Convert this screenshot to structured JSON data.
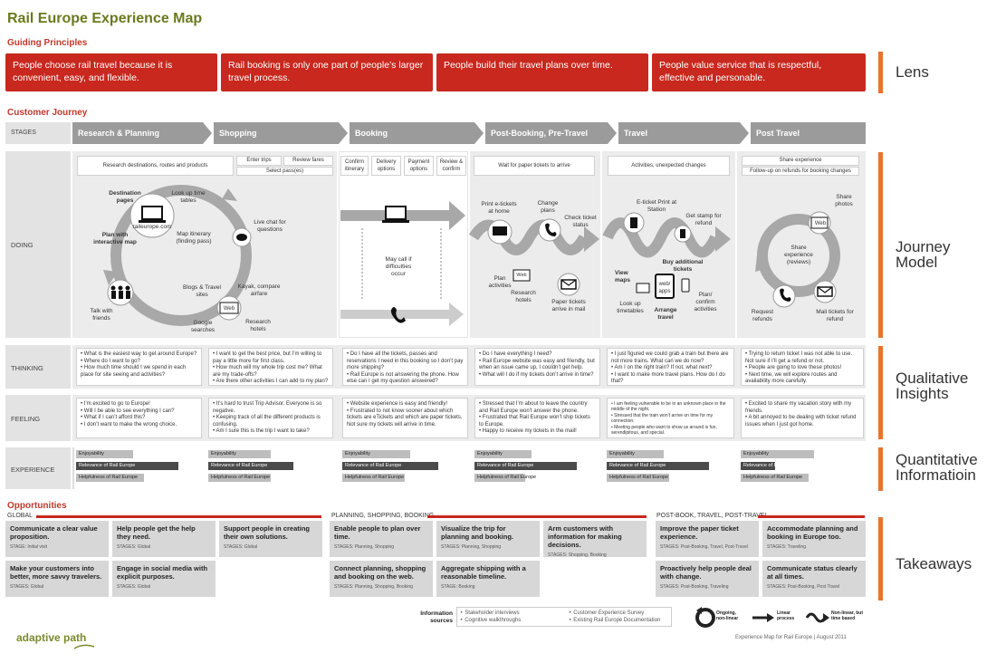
{
  "title": "Rail Europe Experience Map",
  "guiding_principles": {
    "label": "Guiding Principles",
    "items": [
      "People choose rail travel because it is convenient, easy, and flexible.",
      "Rail booking is only one part of people’s larger travel process.",
      "People build their travel plans over time.",
      "People value service that is respectful, effective and personable."
    ]
  },
  "right_labels": {
    "lens": "Lens",
    "journey": "Journey Model",
    "qualitative": "Qualitative Insights",
    "quantitative": "Quantitative Informatioin",
    "takeaways": "Takeaways"
  },
  "customer_journey": "Customer Journey",
  "stages_label": "STAGES",
  "stages": [
    "Research & Planning",
    "Shopping",
    "Booking",
    "Post-Booking, Pre-Travel",
    "Travel",
    "Post Travel"
  ],
  "row_labels": {
    "doing": "DOING",
    "thinking": "THINKING",
    "feeling": "FEELING",
    "experience": "EXPERIENCE"
  },
  "doing": {
    "top_notes": [
      "Research destinations, routes and products",
      "Enter trips",
      "Review fares",
      "Select pass(es)",
      "Confirm itinerary",
      "Delivery options",
      "Payment options",
      "Review & confirm",
      "Wait for paper tickets to arrive",
      "Activities, unexpected changes",
      "Share experience",
      "Follow-up on refunds for booking changes"
    ],
    "research": {
      "destination": "Destination pages",
      "lookup": "Look up time tables",
      "site": "raileurope.com",
      "plan": "Plan with interactive map",
      "map": "Map itinerary (finding pass)",
      "chat": "Live chat for questions",
      "blogs": "Blogs & Travel sites",
      "kayak": "Kayak, compare airfare",
      "talk": "Talk with friends",
      "web": "Web",
      "google": "Google searches",
      "hotels": "Research hotels"
    },
    "booking": {
      "call": "May call if difficulties occur"
    },
    "postbook": {
      "print": "Print e-tickets at home",
      "change": "Change plans",
      "check": "Check ticket status",
      "plan": "Plan activities",
      "web": "Web",
      "hotels": "Research hotels",
      "paper": "Paper tickets arrive in mail"
    },
    "travel": {
      "eticket": "E-ticket Print at Station",
      "stamp": "Get stamp for refund",
      "buy": "Buy additional tickets",
      "view": "View maps",
      "webapps": "web/ apps",
      "lookup": "Look up timetables",
      "arrange": "Arrange travel",
      "plan": "Plan/ confirm activities"
    },
    "posttravel": {
      "share": "Share photos",
      "web": "Web",
      "shareexp": "Share experience (reviews)",
      "request": "Request refunds",
      "mail": "Mail tickets for refund"
    }
  },
  "thinking": [
    [
      "What is the easiest way to get around Europe?",
      "Where do I want to go?",
      "How much time should I we spend in each place for site seeing and activities?"
    ],
    [
      "I want to get the best price, but I’m willing to pay a little more for first class.",
      "How much will my whole trip cost me? What are my trade-offs?",
      "Are there other activities I can add to my plan?"
    ],
    [
      "Do I have all the tickets, passes and reservations I need in this booking so I don’t pay more shipping?",
      "Rail Europe is not answering the phone. How else can I get my question answered?"
    ],
    [
      "Do I have everything I need?",
      "Rail Europe website was easy and friendly, but when an issue came up, I couldn’t get help.",
      "What will I do if my tickets don’t arrive in time?"
    ],
    [
      "I just figured we could grab a train but there are not more trains. What can we do now?",
      "Am I on the right train? If not, what next?",
      "I want to make more travel plans. How do I do that?"
    ],
    [
      "Trying to return ticket I was not able to use. Not sure if I’ll get a refund or not.",
      "People are going to love these photos!",
      "Next time, we will explore routes and availability more carefully."
    ]
  ],
  "feeling": [
    [
      "I’m excited to go to Europe!",
      "Will I be able to see everything I can?",
      "What if I can’t afford this?",
      "I don’t want to make the wrong choice."
    ],
    [
      "It’s hard to trust Trip Advisor. Everyone is so negative.",
      "Keeping track of all the different products is confusing.",
      "Am I sure this is the trip I want to take?"
    ],
    [
      "Website experience is easy and friendly!",
      "Frustrated to not know sooner about which tickets are eTickets and which are paper tickets. Not sure my tickets will arrive in time."
    ],
    [
      "Stressed that I’m about to leave the country and Rail Europe won’t answer the phone.",
      "Frustrated that Rail Europe won’t ship tickets to Europe.",
      "Happy to receive my tickets in the mail!"
    ],
    [
      "I am feeling vulnerable to be in an unknown place in the middle of the night.",
      "Stressed that the train won’t arrive on time for my connection.",
      "Meeting people who want to show us around is fun, serendipitous, and special."
    ],
    [
      "Excited to share my vacation story with my friends.",
      "A bit annoyed to be dealing with ticket refund issues when I just got home."
    ]
  ],
  "experience_labels": [
    "Enjoyability",
    "Relevance of Rail Europe",
    "Helpfulness of Rail Europe"
  ],
  "experience_levels": [
    [
      0.5,
      0.9,
      0.6
    ],
    [
      0.55,
      0.75,
      0.55
    ],
    [
      0.6,
      0.85,
      0.55
    ],
    [
      0.5,
      0.9,
      0.45
    ],
    [
      0.5,
      0.9,
      0.55
    ],
    [
      0.65,
      0.3,
      0.6
    ]
  ],
  "opportunities": {
    "label": "Opportunities",
    "groups": [
      "GLOBAL",
      "PLANNING, SHOPPING, BOOKING",
      "POST-BOOK, TRAVEL, POST-TRAVEL"
    ],
    "items": [
      {
        "title": "Communicate a clear value proposition.",
        "stages": "STAGE: Initial visit"
      },
      {
        "title": "Help people get the help they need.",
        "stages": "STAGES: Global"
      },
      {
        "title": "Support people in creating their own solutions.",
        "stages": "STAGES: Global"
      },
      {
        "title": "Enable people to plan over time.",
        "stages": "STAGES: Planning, Shopping"
      },
      {
        "title": "Visualize the trip for planning and booking.",
        "stages": "STAGES: Planning, Shopping"
      },
      {
        "title": "Arm customers with information for making decisions.",
        "stages": "STAGES: Shopping, Booking"
      },
      {
        "title": "Improve the paper ticket experience.",
        "stages": "STAGES: Post-Booking, Travel, Post-Travel"
      },
      {
        "title": "Accommodate planning and booking in Europe too.",
        "stages": "STAGES: Traveling"
      },
      {
        "title": "Make your customers into better, more savvy travelers.",
        "stages": "STAGES: Global"
      },
      {
        "title": "Engage in social media with explicit purposes.",
        "stages": "STAGES: Global"
      },
      {
        "title": "Connect planning, shopping and booking on the web.",
        "stages": "STAGES: Planning, Shopping, Booking"
      },
      {
        "title": "Aggregate shipping with a reasonable timeline.",
        "stages": "STAGE: Booking"
      },
      {
        "title": "Proactively help people deal with change.",
        "stages": "STAGES: Post-Booking, Traveling"
      },
      {
        "title": "Communicate status clearly at all times.",
        "stages": "STAGES: Post-Booking, Post Travel"
      }
    ]
  },
  "sources": {
    "label1": "Information",
    "label2": "sources",
    "items": [
      "Stakeholder interviews",
      "Cognitive walkthroughs",
      "Customer Experience Survey",
      "Existing Rail Europe Documentation"
    ]
  },
  "legend": {
    "ongoing": "Ongoing, non-linear",
    "linear": "Linear process",
    "nontime": "Non-linear, but time based"
  },
  "logo": "adaptive path",
  "footer": "Experience Map for Rail Europe  |  August 2011"
}
